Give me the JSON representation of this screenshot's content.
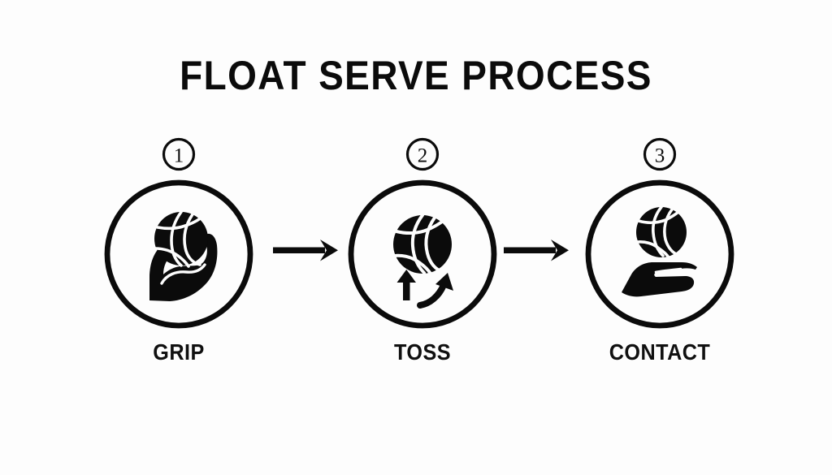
{
  "infographic": {
    "title": "FLOAT SERVE PROCESS",
    "background_color": "#fdfdfd",
    "ink_color": "#0b0b0b",
    "style": "monochrome line-art icon flow",
    "steps": [
      {
        "number": "1",
        "label": "GRIP",
        "icon_name": "hand-gripping-volleyball-icon",
        "icon_description": "A hand cupping and gripping a volleyball"
      },
      {
        "number": "2",
        "label": "TOSS",
        "icon_name": "volleyball-toss-arrows-icon",
        "icon_description": "A volleyball with a straight up arrow and a curved up arrow beneath it"
      },
      {
        "number": "3",
        "label": "CONTACT",
        "icon_name": "open-palm-striking-volleyball-icon",
        "icon_description": "A volleyball above an open flat palm making contact"
      }
    ],
    "connectors": [
      {
        "name": "arrow-grip-to-toss",
        "direction": "right"
      },
      {
        "name": "arrow-toss-to-contact",
        "direction": "right"
      }
    ]
  }
}
